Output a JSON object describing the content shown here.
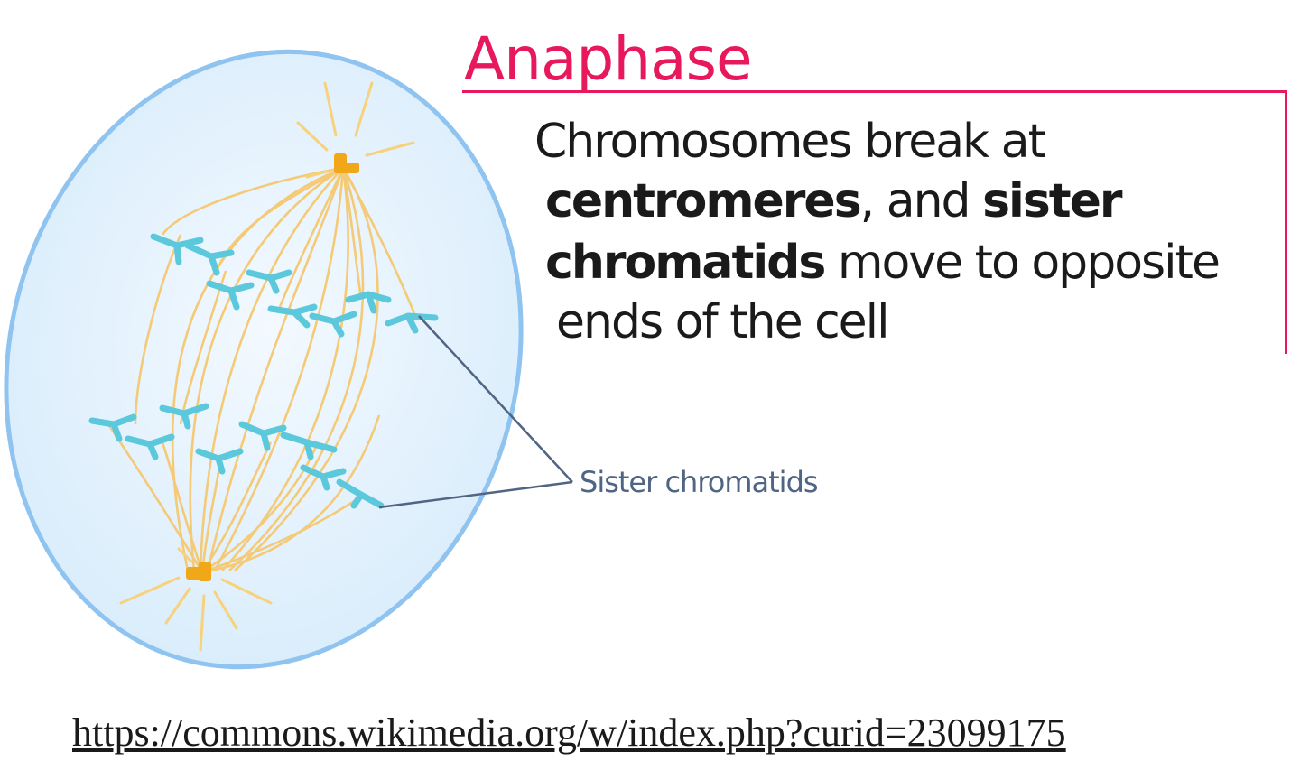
{
  "title": "Anaphase",
  "description": {
    "line1": "Chromosomes break at",
    "line2_bold_a": "centromeres",
    "line2_plain": ", and ",
    "line2_bold_b": "sister",
    "line3_bold": "chromatids",
    "line3_plain": " move to opposite",
    "line4": "ends of the cell"
  },
  "callout_label": "Sister chromatids",
  "source_link": "https://commons.wikimedia.org/w/index.php?curid=23099175",
  "colors": {
    "title": "#e8185c",
    "cell_outline": "#8fc3f0",
    "cell_fill": "#e3f1fc",
    "spindle_fibers": "#f5c870",
    "centrosome": "#f0a818",
    "chromatids": "#5cc8dc",
    "callout": "#4f6583"
  }
}
